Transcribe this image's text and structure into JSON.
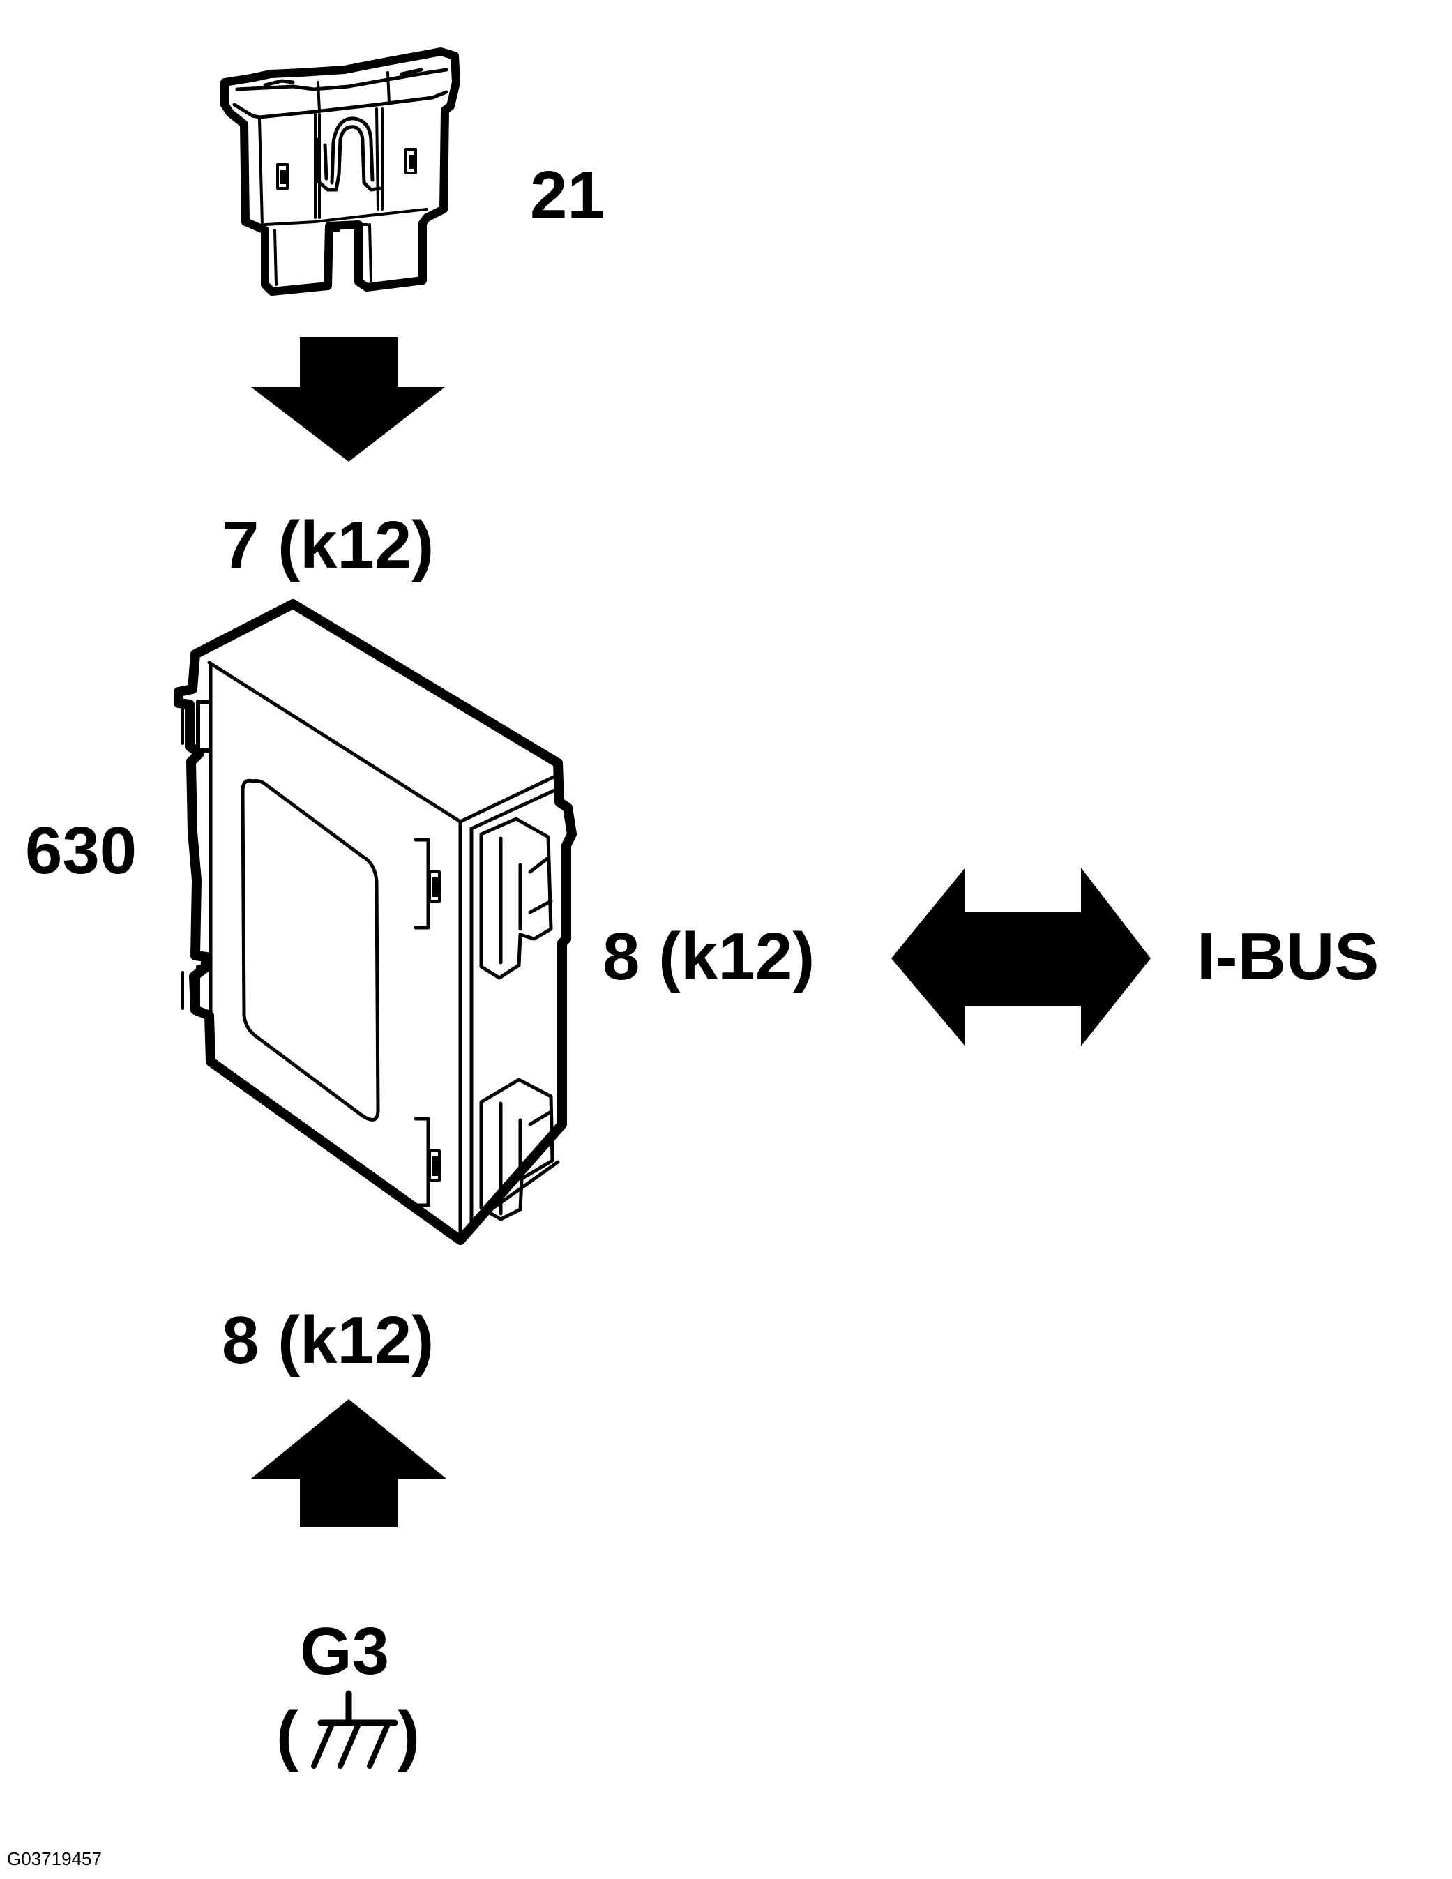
{
  "labels": {
    "fuse": "21",
    "pin_top": "7 (k12)",
    "module": "630",
    "pin_right": "8 (k12)",
    "bus": "I-BUS",
    "pin_bottom": "8 (k12)",
    "ground": "G3",
    "ground_paren_open": "(",
    "ground_paren_close": ")"
  },
  "figure_ref": "G03719457",
  "icons": {
    "fuse": "blade-fuse-icon",
    "module": "control-module-icon",
    "arrow_down": "arrow-down-icon",
    "arrow_up": "arrow-up-icon",
    "arrow_both": "double-arrow-icon",
    "ground": "ground-symbol-icon"
  },
  "colors": {
    "ink": "#000000",
    "paper": "#ffffff"
  }
}
